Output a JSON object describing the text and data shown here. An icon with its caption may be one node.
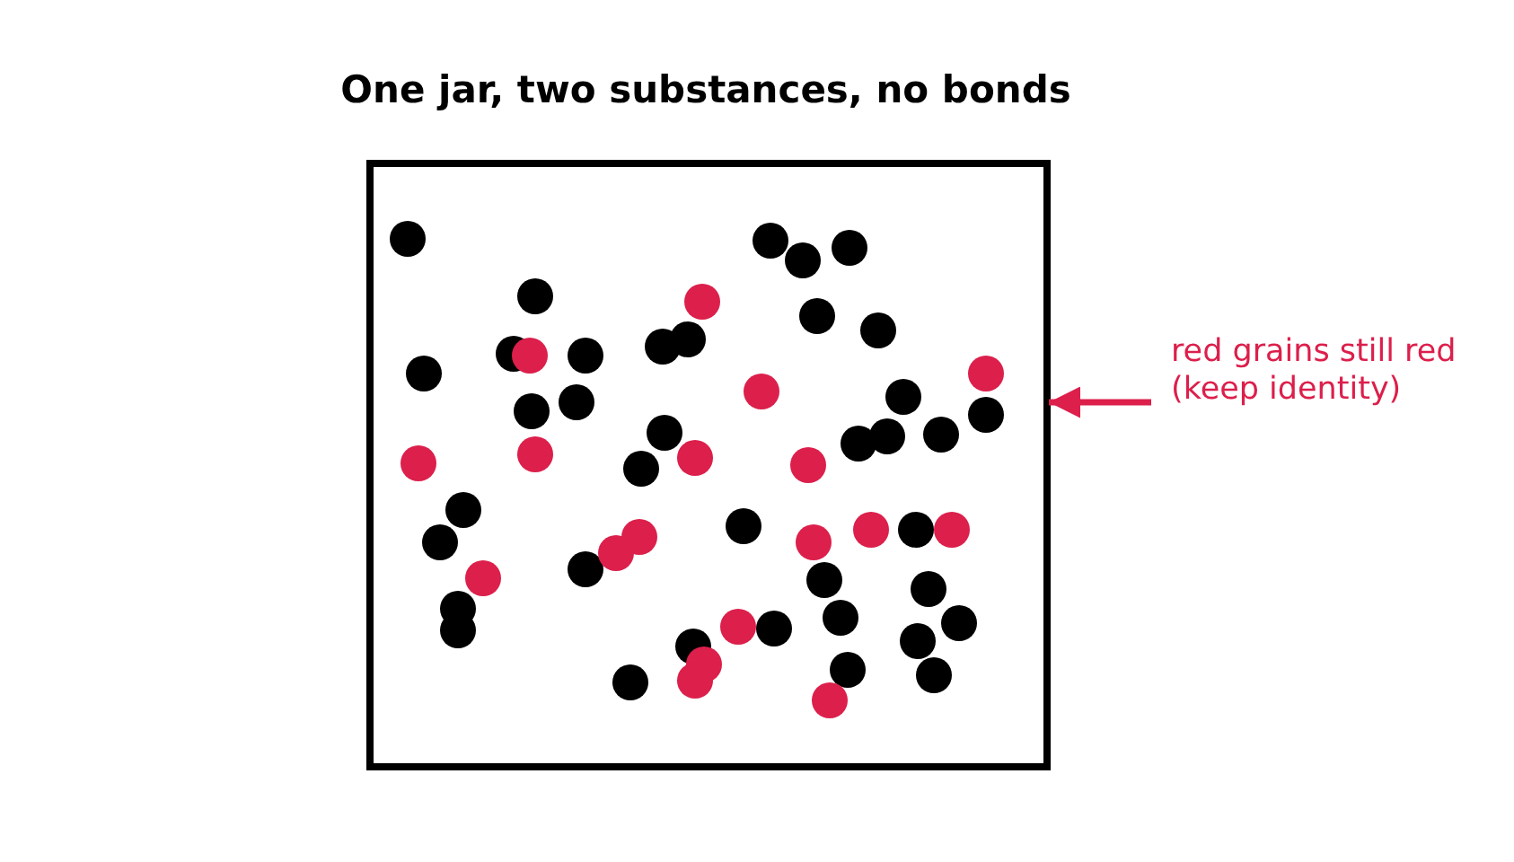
{
  "diagram": {
    "title": "One jar, two substances, no bonds",
    "nodes": [
      {
        "text": [],
        "shape": "box"
      },
      {
        "text": [
          "red grains still red (keep identity)"
        ]
      }
    ],
    "edges": [
      {
        "from": 1,
        "to": 0,
        "arrow": "to"
      }
    ]
  }
}
